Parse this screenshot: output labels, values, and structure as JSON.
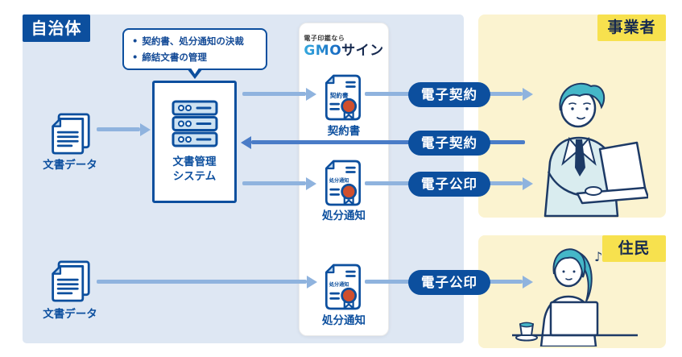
{
  "municipality": {
    "label": "自治体",
    "callout": {
      "bullet": "•",
      "items": [
        "契約書、処分通知の決裁",
        "締結文書の管理"
      ]
    },
    "document_data_top": {
      "label": "文書データ"
    },
    "document_data_bottom": {
      "label": "文書データ"
    },
    "system": {
      "line1": "文書管理",
      "line2": "システム"
    }
  },
  "gmo": {
    "tagline": "電子印鑑なら",
    "brand_gmo": "GMO",
    "brand_sign": "サイン",
    "documents": [
      {
        "badge": "契約書",
        "label": "契約書"
      },
      {
        "badge": "処分通知",
        "label": "処分通知"
      },
      {
        "badge": "処分通知",
        "label": "処分通知"
      }
    ]
  },
  "flows": [
    {
      "label": "電子契約",
      "direction": "right"
    },
    {
      "label": "電子契約",
      "direction": "left"
    },
    {
      "label": "電子公印",
      "direction": "right"
    },
    {
      "label": "電子公印",
      "direction": "right"
    }
  ],
  "business": {
    "label": "事業者"
  },
  "resident": {
    "label": "住民"
  },
  "colors": {
    "navy": "#0c4f9e",
    "arrow_light": "#8fb3de",
    "arrow_dark": "#4a7cc7",
    "municipality_bg": "#dee7f3",
    "panel_bg": "#fbf3d0",
    "tag_yellow": "#f7e14e",
    "teal": "#45b7c8",
    "seal_red": "#d04f2e"
  }
}
